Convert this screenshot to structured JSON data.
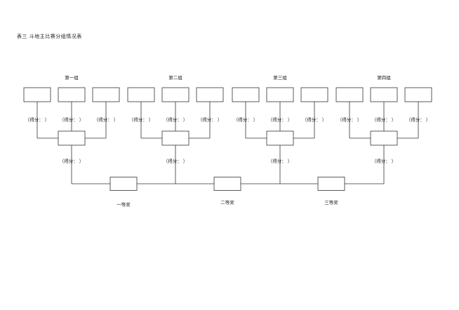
{
  "title": "表三 斗地主比赛分组情况表",
  "groups": [
    {
      "label": "第一组"
    },
    {
      "label": "第二组"
    },
    {
      "label": "第三组"
    },
    {
      "label": "第四组"
    }
  ],
  "score_label": "（得分：    ）",
  "prizes": [
    "一等奖",
    "二等奖",
    "三等奖"
  ]
}
